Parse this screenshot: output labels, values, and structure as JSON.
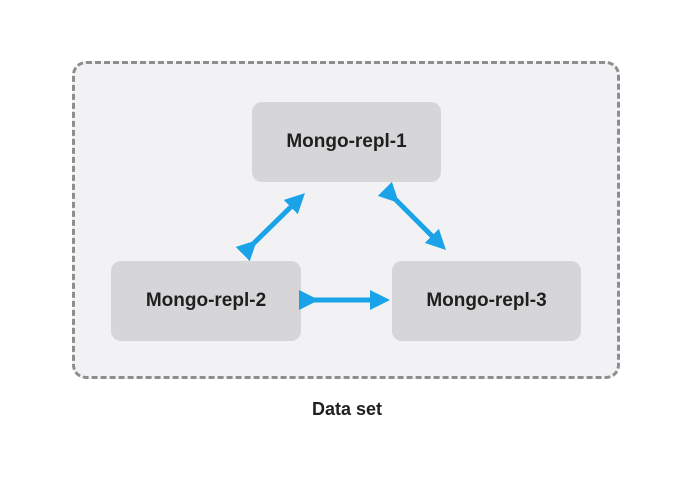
{
  "nodes": {
    "node1": "Mongo-repl-1",
    "node2": "Mongo-repl-2",
    "node3": "Mongo-repl-3"
  },
  "caption": "Data set",
  "colors": {
    "arrow": "#1aa3e8",
    "node_fill": "#d6d6d8",
    "container_fill": "#f2f2f4",
    "container_border": "#8e8e90"
  },
  "icons": [
    "bidirectional-arrow-icon"
  ]
}
